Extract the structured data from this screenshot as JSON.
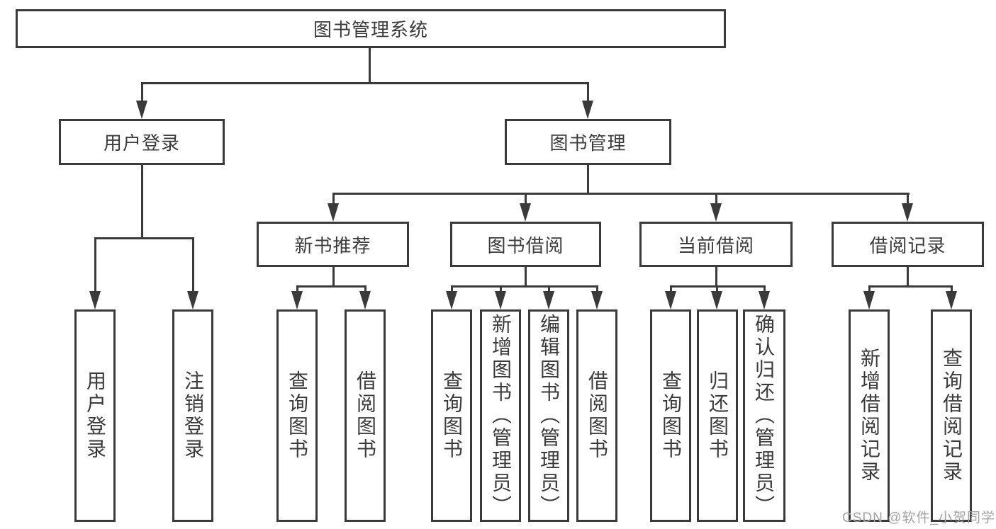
{
  "title": {
    "label": "图书管理系统"
  },
  "level2": [
    {
      "label": "用户登录"
    },
    {
      "label": "图书管理"
    }
  ],
  "level3": [
    {
      "label": "新书推荐",
      "parent": "图书管理"
    },
    {
      "label": "图书借阅",
      "parent": "图书管理"
    },
    {
      "label": "当前借阅",
      "parent": "图书管理"
    },
    {
      "label": "借阅记录",
      "parent": "图书管理"
    }
  ],
  "leaves": [
    {
      "label": "用户登录",
      "parent": "用户登录"
    },
    {
      "label": "注销登录",
      "parent": "用户登录"
    },
    {
      "label": "查询图书",
      "parent": "新书推荐"
    },
    {
      "label": "借阅图书",
      "parent": "新书推荐"
    },
    {
      "label": "查询图书",
      "parent": "图书借阅"
    },
    {
      "label": "新增图书（管理员）",
      "parent": "图书借阅"
    },
    {
      "label": "编辑图书（管理员）",
      "parent": "图书借阅"
    },
    {
      "label": "借阅图书",
      "parent": "图书借阅"
    },
    {
      "label": "查询图书",
      "parent": "当前借阅"
    },
    {
      "label": "归还图书",
      "parent": "当前借阅"
    },
    {
      "label": "确认归还（管理员）",
      "parent": "当前借阅"
    },
    {
      "label": "新增借阅记录",
      "parent": "借阅记录"
    },
    {
      "label": "查询借阅记录",
      "parent": "借阅记录"
    }
  ],
  "watermark": {
    "label": "CSDN @软件_小贺同学"
  },
  "colors": {
    "line": "#3a3a3a",
    "text": "#3b3b3b",
    "watermark": "#a2a2a2",
    "background": "#ffffff"
  }
}
